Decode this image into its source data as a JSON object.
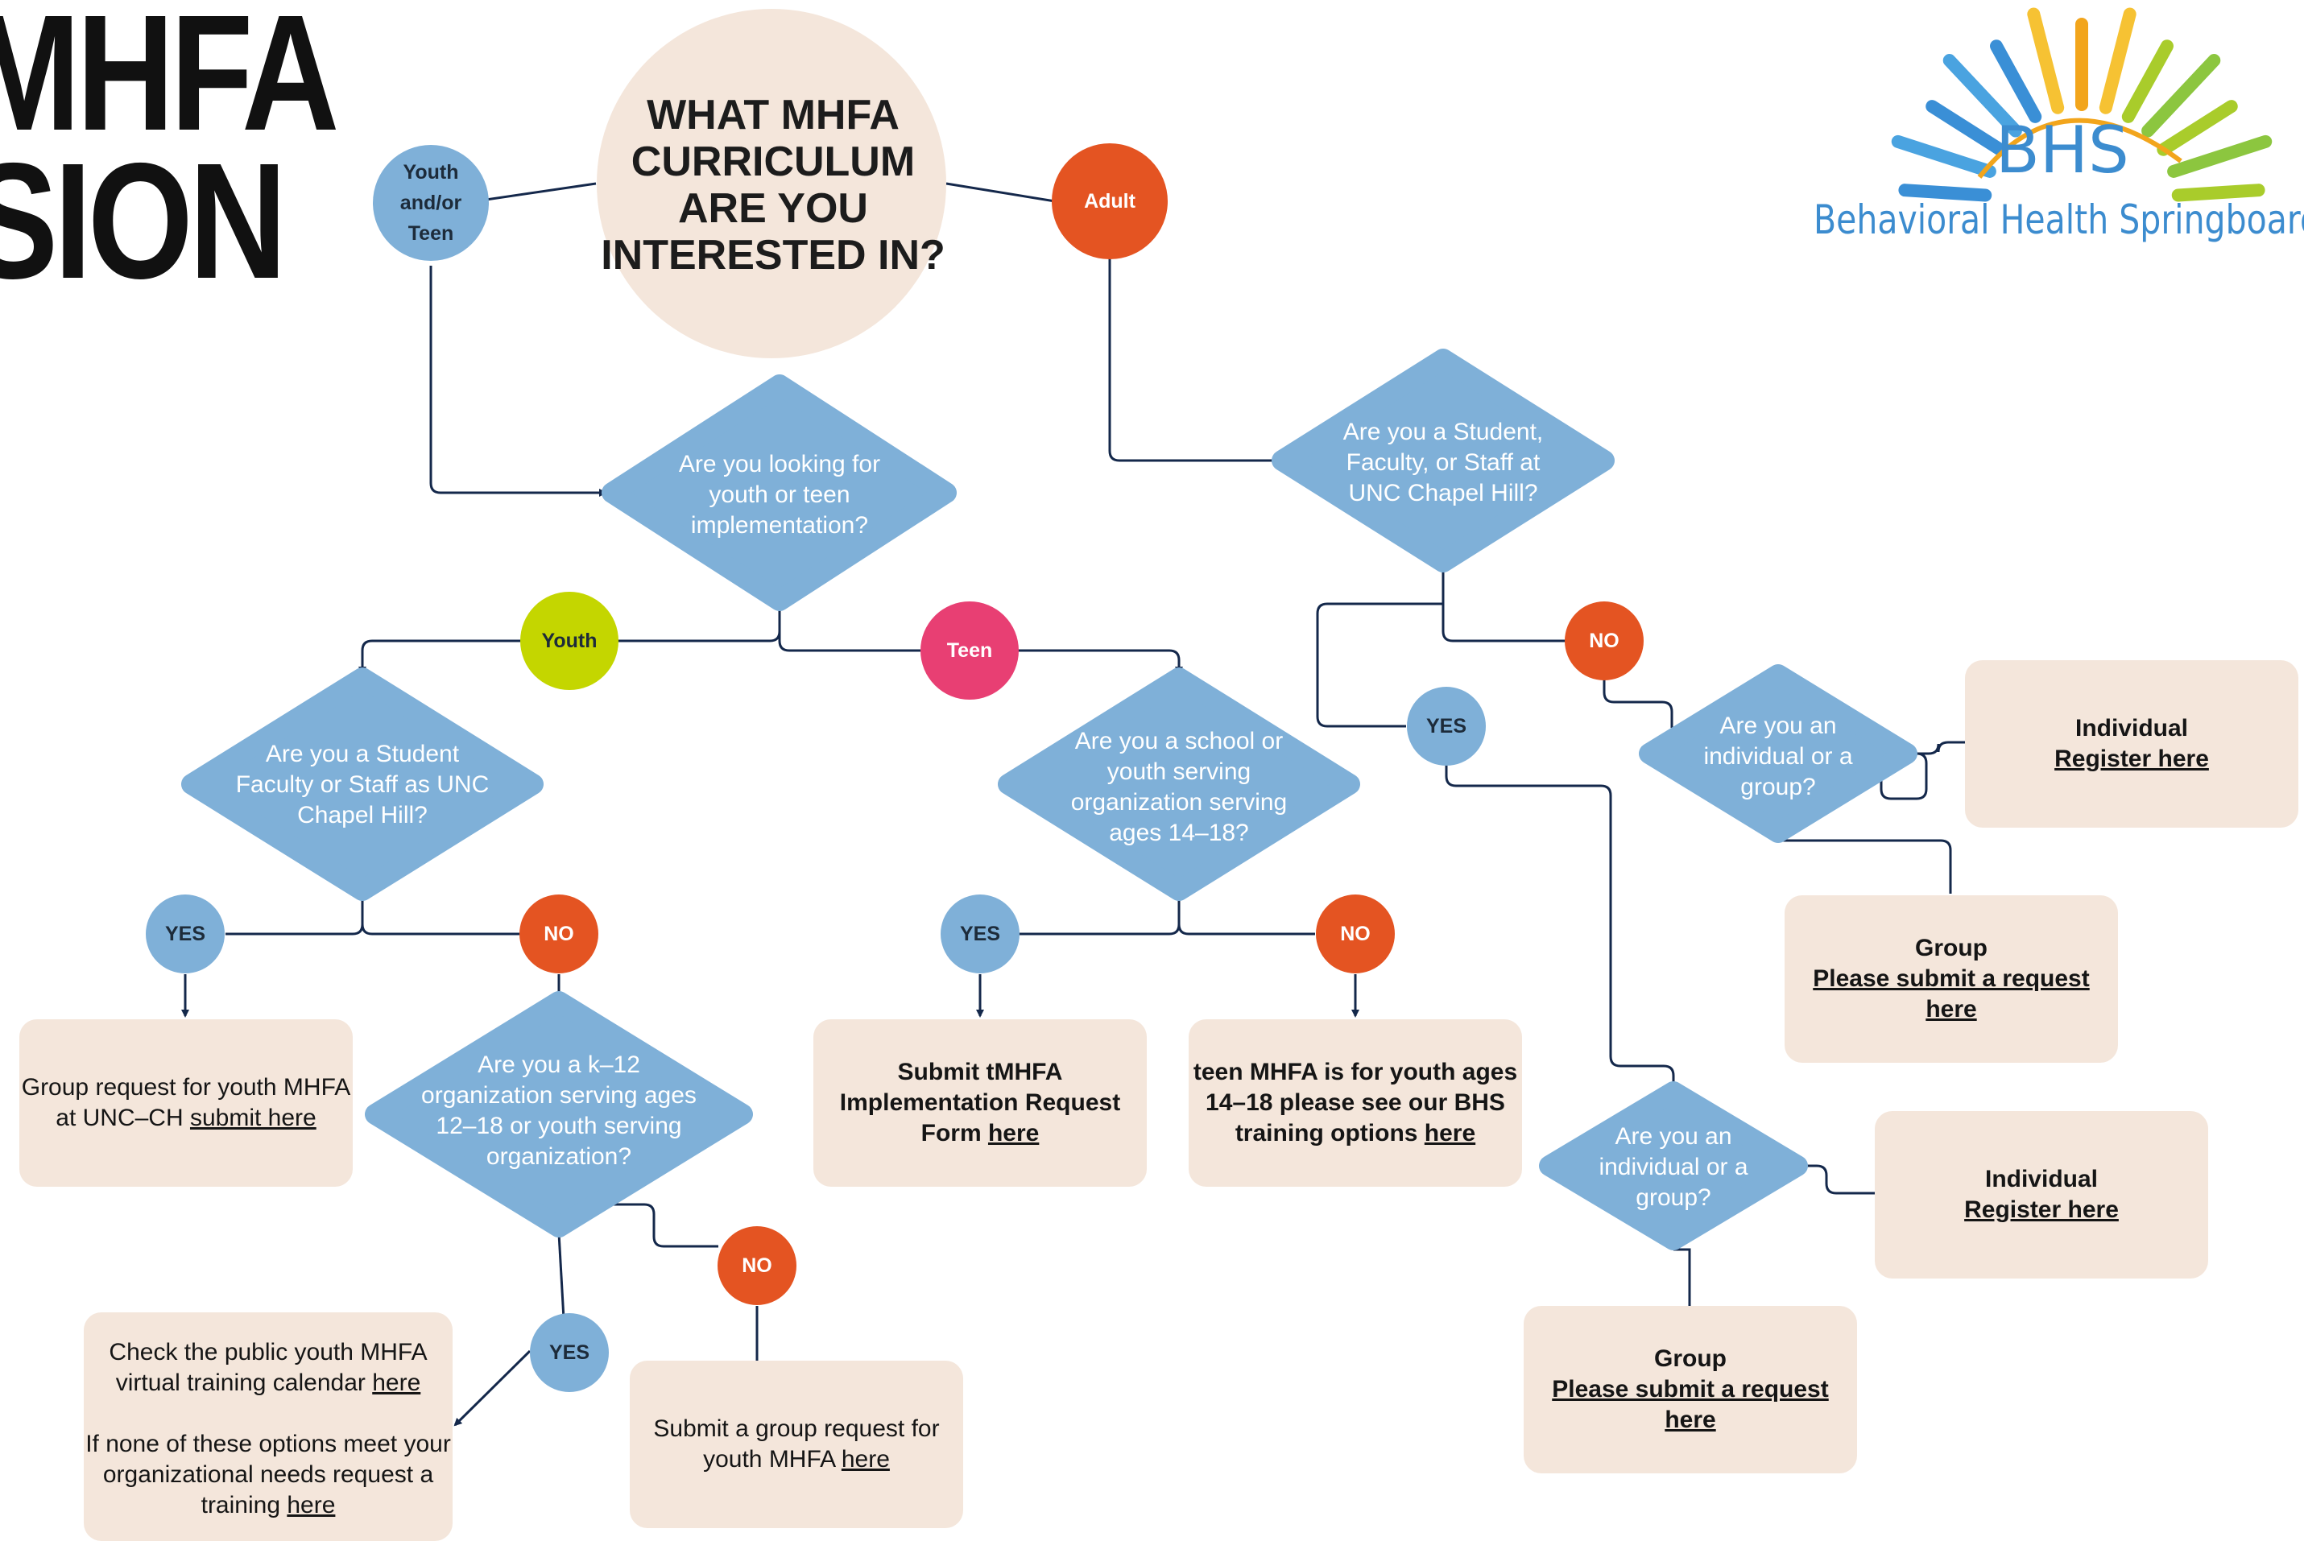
{
  "headline": {
    "line1": "MHFA",
    "line2": "SION"
  },
  "logo": {
    "abbr": "BHS",
    "name": "Behavioral Health Springboard",
    "ray_colors": [
      "#3a8fd6",
      "#4aa3e0",
      "#f2a51c",
      "#f6c233",
      "#a9cc2b",
      "#8cc63f"
    ]
  },
  "colors": {
    "edge": "#14284b",
    "diamond": "#7fb0d8",
    "box": "#f4e6db",
    "orange": "#e45422",
    "lime": "#c4d600",
    "pink": "#e83f73",
    "blue_circle": "#7fb0d8",
    "title_circle": "#f4e6db"
  },
  "title_question": "WHAT MHFA\nCURRICULUM\nARE YOU\nINTERESTED IN?",
  "labels": {
    "youth_teen": "Youth\nand/or\nTeen",
    "adult": "Adult",
    "youth": "Youth",
    "teen": "Teen",
    "yes": "YES",
    "no": "NO"
  },
  "questions": {
    "youth_or_teen": "Are you looking for\nyouth or teen\nimplementation?",
    "adult_unc": "Are you a Student,\nFaculty, or Staff at\nUNC Chapel Hill?",
    "youth_unc": "Are you a Student\nFaculty or Staff as UNC\nChapel Hill?",
    "teen_school": "Are you a school or\nyouth serving\norganization serving\nages 14–18?",
    "k12_org": "Are you a k–12\norganization serving ages\n12–18 or youth serving\norganization?",
    "adult_no_ind_group": "Are you an\nindividual or a\ngroup?",
    "adult_yes_ind_group": "Are you an\nindividual or a\ngroup?"
  },
  "boxes": {
    "youth_group_unc": {
      "text": "Group request for youth MHFA\nat UNC–CH ",
      "link": "submit here"
    },
    "teen_submit": {
      "text": "Submit tMHFA\nImplementation Request\nForm ",
      "link": "here"
    },
    "teen_options": {
      "text": "teen MHFA is for youth ages\n14–18 please see our BHS\ntraining options ",
      "link": "here"
    },
    "youth_public": {
      "line1": "Check the public youth MHFA\nvirtual training calendar ",
      "link1": "here",
      "line2": "If none of these options meet your\norganizational needs request a\ntraining ",
      "link2": "here"
    },
    "youth_group_submit": {
      "text": "Submit a group request for\nyouth MHFA ",
      "link": " here"
    },
    "adult_no_individual": {
      "title": "Individual",
      "link": "Register here"
    },
    "adult_no_group": {
      "title": "Group",
      "link": "Please submit a request here "
    },
    "adult_yes_individual": {
      "title": "Individual",
      "link": "Register here"
    },
    "adult_yes_group": {
      "title": "Group",
      "link": "Please submit a request here "
    }
  }
}
